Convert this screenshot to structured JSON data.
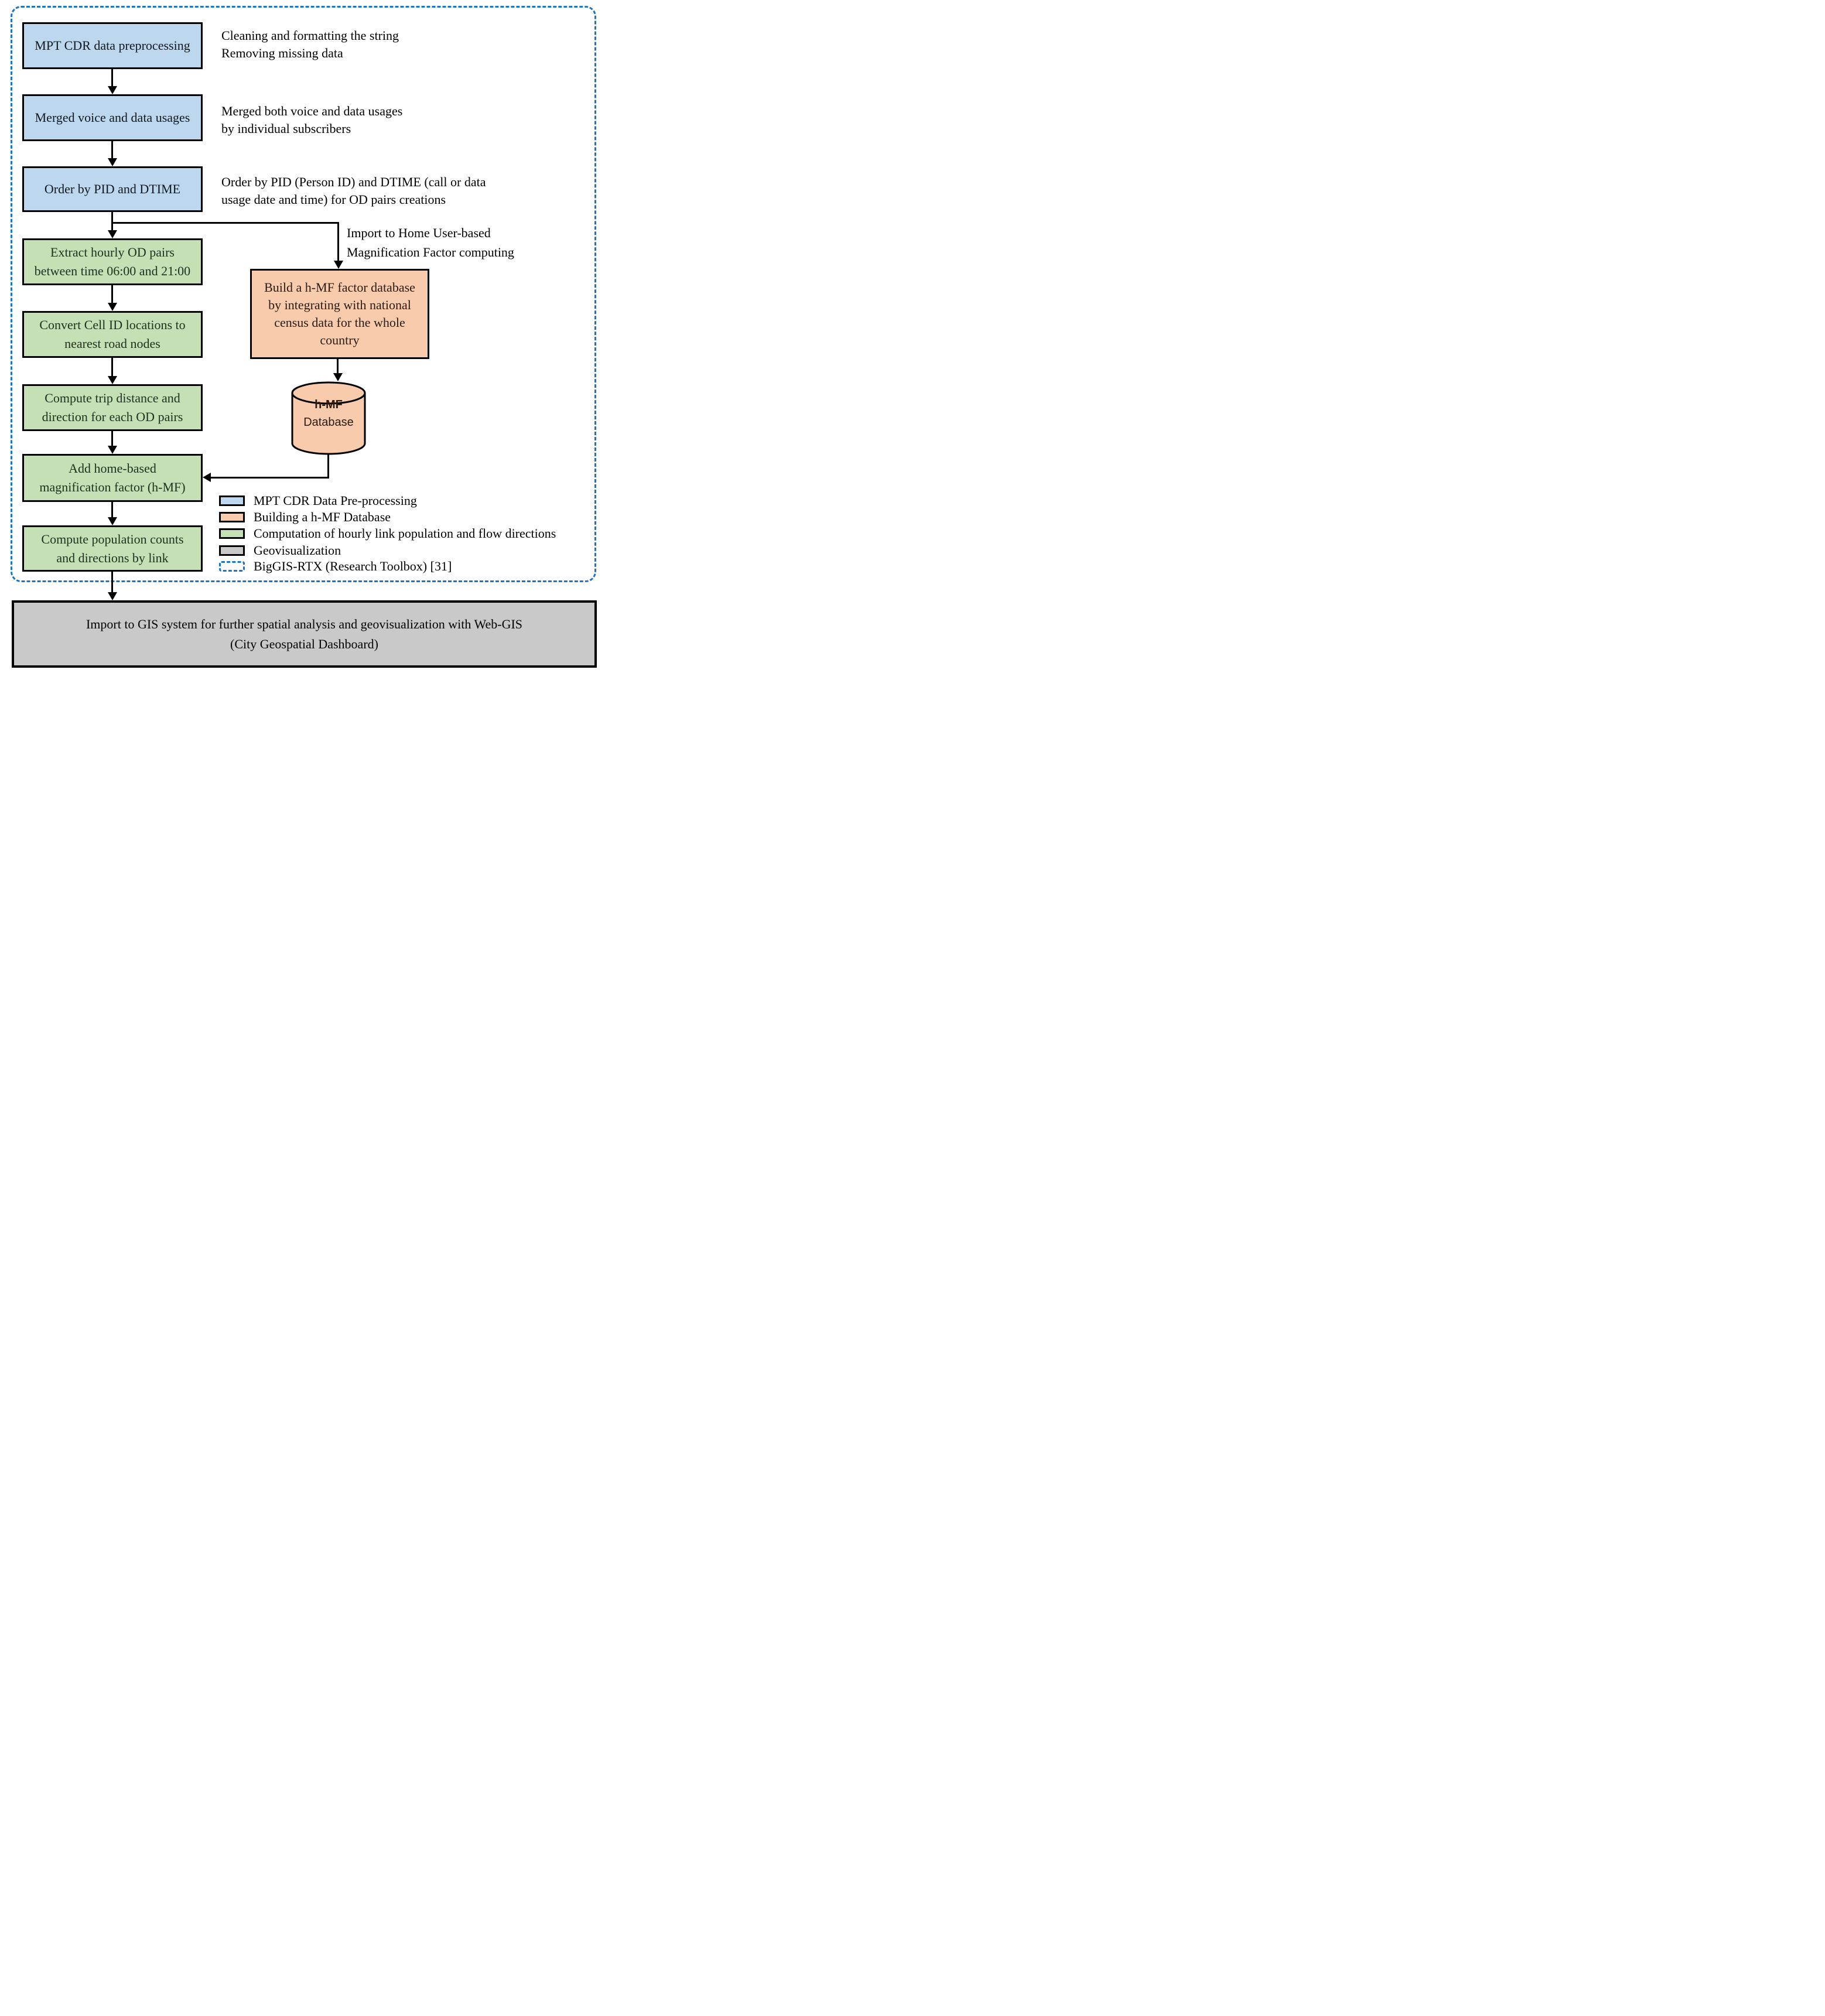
{
  "colors": {
    "blue_fill": "#BDD7EE",
    "green_fill": "#C5E0B4",
    "orange_fill": "#F8CBAD",
    "gray_fill": "#C9C9C9",
    "dashed_boundary_blue": "#1B75C0",
    "box_border": "#000000"
  },
  "pipeline": {
    "blue_boxes": [
      {
        "lines": [
          "MPT CDR data preprocessing"
        ]
      },
      {
        "lines": [
          "Merged voice and data usages"
        ]
      },
      {
        "lines": [
          "Order by PID and DTIME"
        ]
      }
    ],
    "green_boxes": [
      {
        "lines": [
          "Extract hourly OD pairs",
          "between time 06:00 and 21:00"
        ]
      },
      {
        "lines": [
          "Convert Cell ID locations to",
          "nearest road nodes"
        ]
      },
      {
        "lines": [
          "Compute trip distance and",
          "direction for each OD pairs"
        ]
      },
      {
        "lines": [
          "Add home-based",
          "magnification factor (h-MF)"
        ]
      },
      {
        "lines": [
          "Compute population counts",
          "and directions by link"
        ]
      }
    ],
    "orange_box": {
      "lines": [
        "Build a h-MF factor database",
        "by integrating with national",
        "census data for the whole",
        "country"
      ]
    },
    "cylinder": {
      "line1": "h-MF",
      "line2": "Database"
    },
    "gray_box": {
      "lines": [
        "Import to GIS system for further spatial analysis and geovisualization with Web-GIS",
        "(City Geospatial Dashboard)"
      ]
    }
  },
  "annotations": {
    "preprocessing": {
      "lines": [
        "Cleaning and formatting the string",
        "Removing missing data"
      ]
    },
    "merge": {
      "lines": [
        "Merged both voice and data usages",
        "by individual subscribers"
      ]
    },
    "order": {
      "lines": [
        "Order by PID (Person ID) and DTIME (call or data",
        "usage date and time) for OD pairs creations"
      ]
    },
    "import_hmf": {
      "lines": [
        "Import to Home User-based",
        "Magnification Factor computing"
      ]
    }
  },
  "legend": {
    "items": [
      {
        "label": "MPT CDR Data Pre-processing",
        "swatch": "blue",
        "color": "#BDD7EE"
      },
      {
        "label": "Building a h-MF Database",
        "swatch": "orange",
        "color": "#F8CBAD"
      },
      {
        "label": "Computation of hourly link population and flow directions",
        "swatch": "green",
        "color": "#C5E0B4"
      },
      {
        "label": "Geovisualization",
        "swatch": "gray",
        "color": "#C9C9C9"
      },
      {
        "label": "BigGIS-RTX (Research Toolbox) [31]",
        "swatch": "dashed-blue-outline",
        "color": "#1B75C0"
      }
    ]
  }
}
